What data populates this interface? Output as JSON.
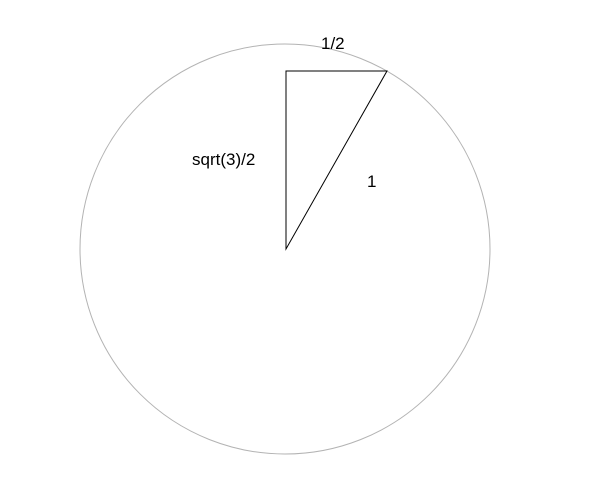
{
  "labels": {
    "top_edge": "1/2",
    "left_edge": "sqrt(3)/2",
    "hypotenuse": "1"
  },
  "colors": {
    "circle_stroke": "#b3b3b3",
    "triangle_stroke": "#000000"
  }
}
